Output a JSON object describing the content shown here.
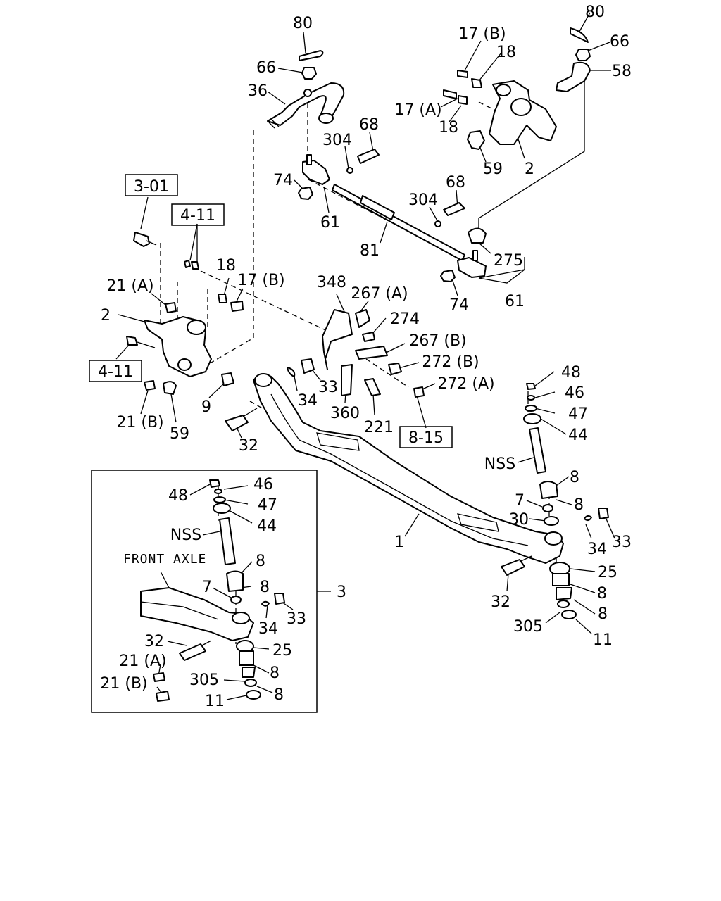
{
  "labels": {
    "n80a": "80",
    "n66a": "66",
    "n36": "36",
    "n17b_top": "17 (B)",
    "n18a": "18",
    "n80b": "80",
    "n66b": "66",
    "n58": "58",
    "n17a_top": "17 (A)",
    "n18b": "18",
    "n59a": "59",
    "n2a": "2",
    "n304a": "304",
    "n68a": "68",
    "n74a": "74",
    "n61a": "61",
    "n304b": "304",
    "n68b": "68",
    "n81": "81",
    "n275": "275",
    "n74b": "74",
    "n61b": "61",
    "n18c": "18",
    "n17b_mid": "17 (B)",
    "n21a": "21 (A)",
    "n2b": "2",
    "n348": "348",
    "n267a": "267 (A)",
    "n274": "274",
    "n267b": "267 (B)",
    "n272b": "272 (B)",
    "n272a": "272 (A)",
    "n33a": "33",
    "n34a": "34",
    "n360": "360",
    "n221": "221",
    "n9": "9",
    "n21b": "21 (B)",
    "n59b": "59",
    "n32a": "32",
    "n48a": "48",
    "n46a": "46",
    "n47a": "47",
    "n44a": "44",
    "nssa": "NSS",
    "n8a": "8",
    "n7a": "7",
    "n8b": "8",
    "n30": "30",
    "n34b": "34",
    "n33b": "33",
    "n1": "1",
    "n25a": "25",
    "n8c": "8",
    "n32b": "32",
    "n8d": "8",
    "n305a": "305",
    "n11a": "11",
    "n48b": "48",
    "n46b": "46",
    "n47b": "47",
    "n44b": "44",
    "nssb": "NSS",
    "n8e": "8",
    "n7b": "7",
    "n8f": "8",
    "n3": "3",
    "n33c": "33",
    "n34c": "34",
    "n32c": "32",
    "n25b": "25",
    "n21a_inset": "21 (A)",
    "n8g": "8",
    "n21b_inset": "21 (B)",
    "n305b": "305",
    "n11b": "11",
    "n8h": "8"
  },
  "refs": {
    "r301": "3-01",
    "r411a": "4-11",
    "r411b": "4-11",
    "r815": "8-15"
  },
  "inset": {
    "caption": "FRONT AXLE"
  }
}
